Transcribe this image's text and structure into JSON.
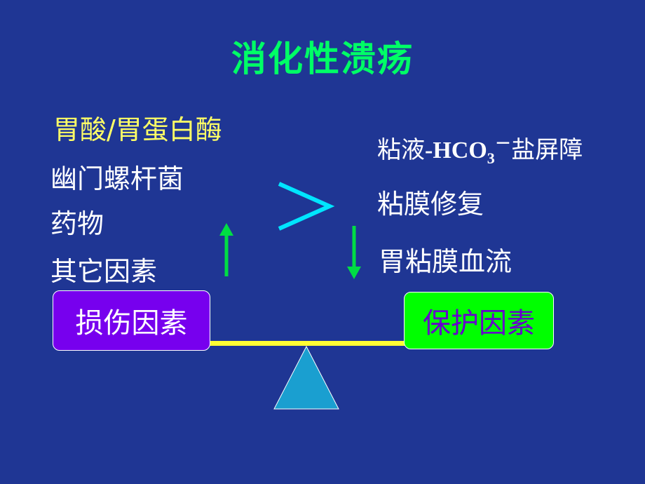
{
  "title": "消化性溃疡",
  "damage_factors": [
    "胃酸/胃蛋白酶",
    "幽门螺杆菌",
    "药物",
    "其它因素"
  ],
  "protect_factors": {
    "mucus_prefix": "粘液-HCO",
    "mucus_sub": "3",
    "mucus_sup": "−",
    "mucus_suffix": "盐屏障",
    "items": [
      "粘膜修复",
      "胃粘膜血流"
    ]
  },
  "comparison_symbol": ">",
  "damage_box_label": "损伤因素",
  "protect_box_label": "保护因素",
  "colors": {
    "background": "#1f3694",
    "title": "#00ff66",
    "highlight_text": "#ffff66",
    "damage_box": "#7700ee",
    "protect_box": "#00ff00",
    "protect_box_text": "#6600cc",
    "greater_than": "#00e5ff",
    "arrows": "#00dd44",
    "beam": "#ffff33",
    "fulcrum": "#1a9fd0"
  },
  "icons": {
    "up_arrow": "arrow-up-icon",
    "down_arrow": "arrow-down-icon",
    "fulcrum": "triangle-fulcrum"
  }
}
